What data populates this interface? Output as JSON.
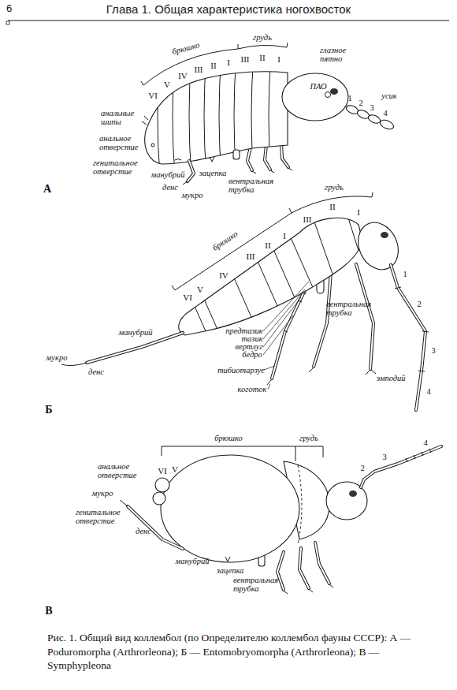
{
  "diagram": {
    "title": "Глава 1. Общая характеристика ногохвосток",
    "caption": "Рис. 1. Общий вид коллембол (по Определителю коллембол фауны СССР): А — Poduromorpha (Arthrorleona); Б — Entomobryomorpha (Arthrorleona); В — Symphypleona",
    "labels": [
      "6",
      "брюшко",
      "грудь",
      "глазное пятно",
      "ПАО",
      "усик",
      "1",
      "2",
      "3",
      "4",
      "VI",
      "V",
      "IV",
      "III",
      "II",
      "I",
      "III",
      "II",
      "I",
      "анальные шипы",
      "анальное отверстие",
      "генитальное отверстие",
      "манубрий",
      "денс",
      "мукро",
      "зацепка",
      "вентральная трубка",
      "А",
      "грудь",
      "брюшко",
      "VI",
      "V",
      "IV",
      "III",
      "II",
      "I",
      "III",
      "II",
      "I",
      "1",
      "2",
      "3",
      "4",
      "мукро",
      "денс",
      "манубрий",
      "предтазик",
      "тазик",
      "вертлуг",
      "бедро",
      "тибиотарзус",
      "коготок",
      "эмподий",
      "вентральная трубка",
      "Б",
      "брюшко",
      "грудь",
      "2",
      "3",
      "4",
      "анальное отверстие",
      "VI",
      "V",
      "мукро",
      "генитальное отверстие",
      "денс",
      "манубрий",
      "зацепка",
      "вентральная трубка",
      "В"
    ]
  }
}
